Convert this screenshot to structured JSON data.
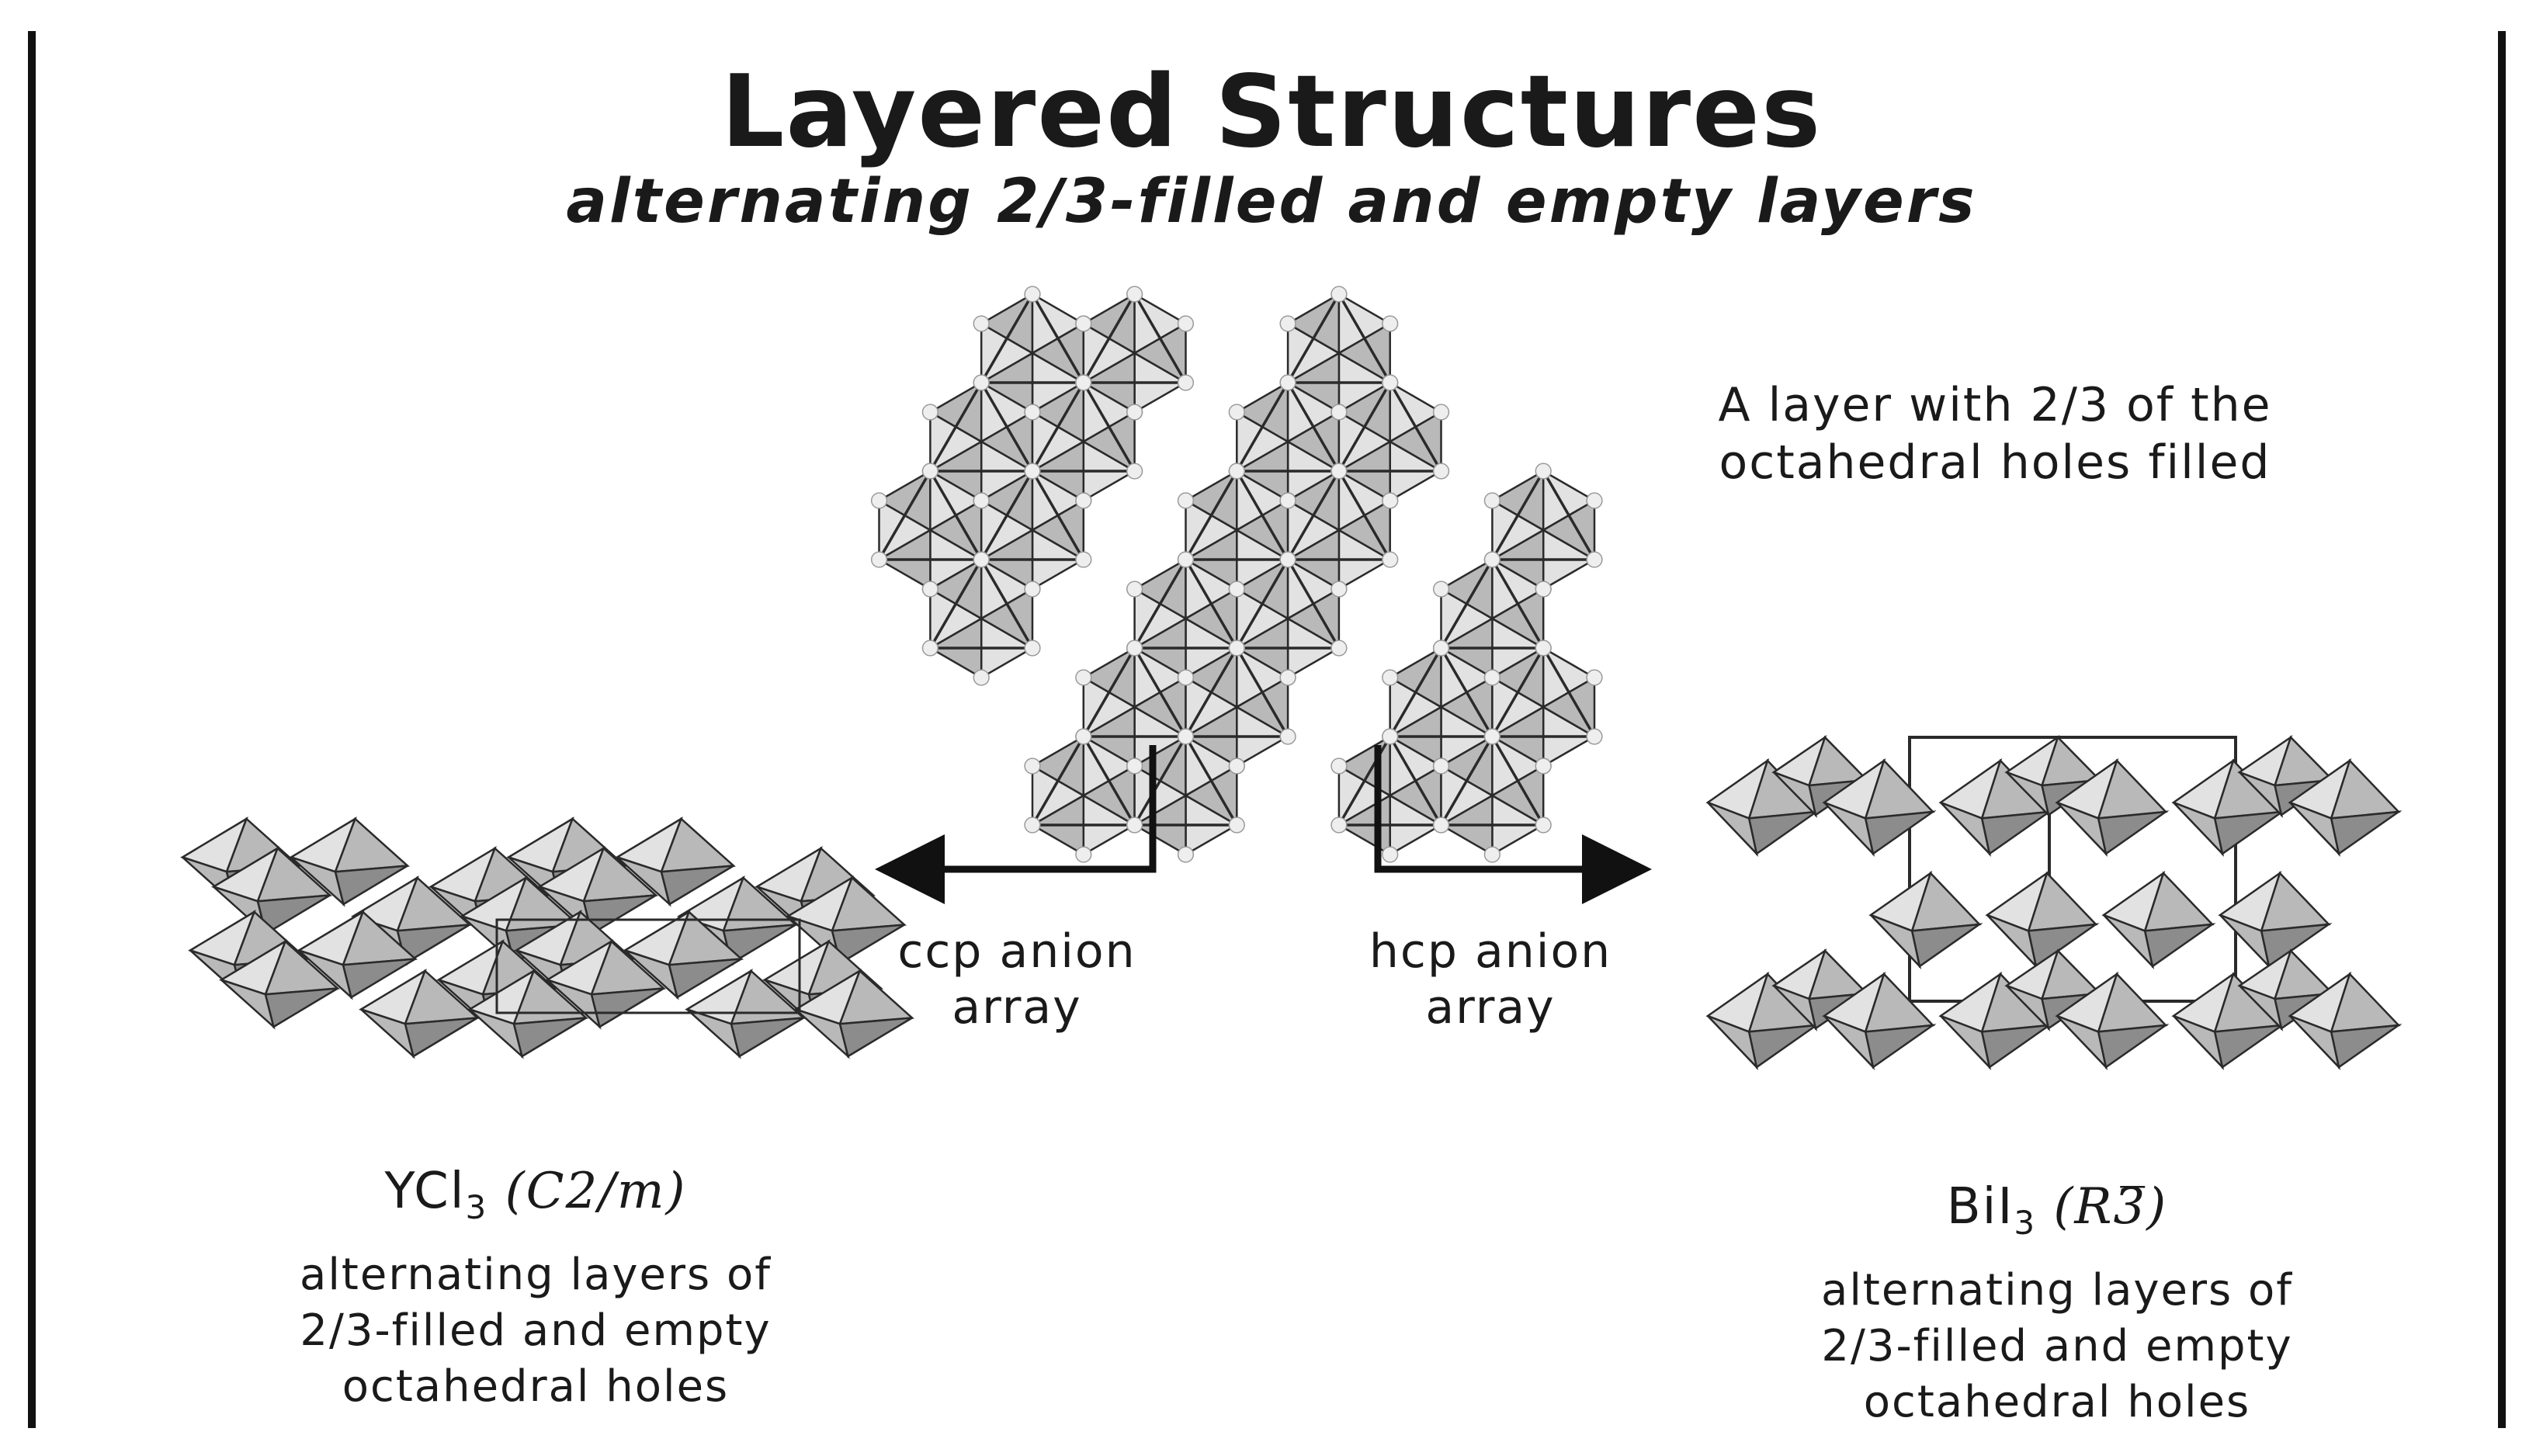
{
  "title": "Layered Structures",
  "subtitle": "alternating 2/3-filled and empty layers",
  "layer_caption": [
    "A layer with 2/3 of the",
    "octahedral holes filled"
  ],
  "ccp_label": [
    "ccp anion",
    "array"
  ],
  "hcp_label": [
    "hcp anion",
    "array"
  ],
  "ycl3": {
    "formula_base": "YCl",
    "formula_sub": "3",
    "space_group": "(C2/m)",
    "description": [
      "alternating layers of",
      "2/3-filled and empty",
      "octahedral holes"
    ]
  },
  "bii3": {
    "formula_base": "BiI",
    "formula_sub": "3",
    "space_group": "(R3̅)",
    "description": [
      "alternating layers of",
      "2/3-filled and empty",
      "octahedral holes"
    ]
  },
  "colors": {
    "octahedron_light": "#e2e2e2",
    "octahedron_mid": "#b9b9b9",
    "octahedron_dark": "#8c8c8c",
    "edge": "#2a2a2a",
    "atom": "#eeeeee"
  }
}
